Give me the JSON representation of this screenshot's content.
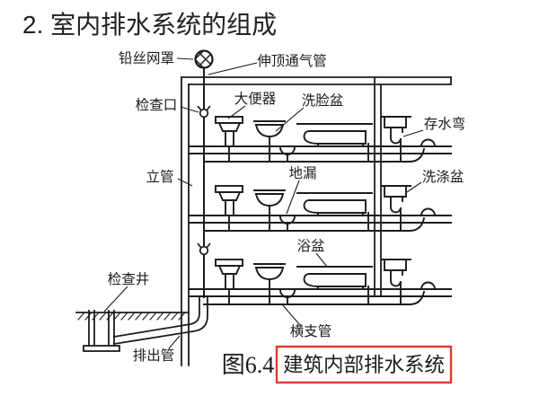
{
  "title": "2. 室内排水系统的组成",
  "figure_caption": {
    "number": "图6.4",
    "title": "建筑内部排水系统"
  },
  "diagram_labels": {
    "wire_mesh_cap": "铅丝网罩",
    "roof_vent_pipe": "伸顶通气管",
    "inspection_port": "检查口",
    "toilet": "大便器",
    "washbasin": "洗脸盆",
    "trap": "存水弯",
    "riser_pipe": "立管",
    "floor_drain": "地漏",
    "washing_sink": "洗涤盆",
    "bathtub": "浴盆",
    "inspection_well": "检查井",
    "outlet_pipe": "排出管",
    "horizontal_branch_pipe": "横支管"
  },
  "colors": {
    "line": "#1c1c1c",
    "caption_box": "#e23a2a",
    "background": "#ffffff"
  }
}
